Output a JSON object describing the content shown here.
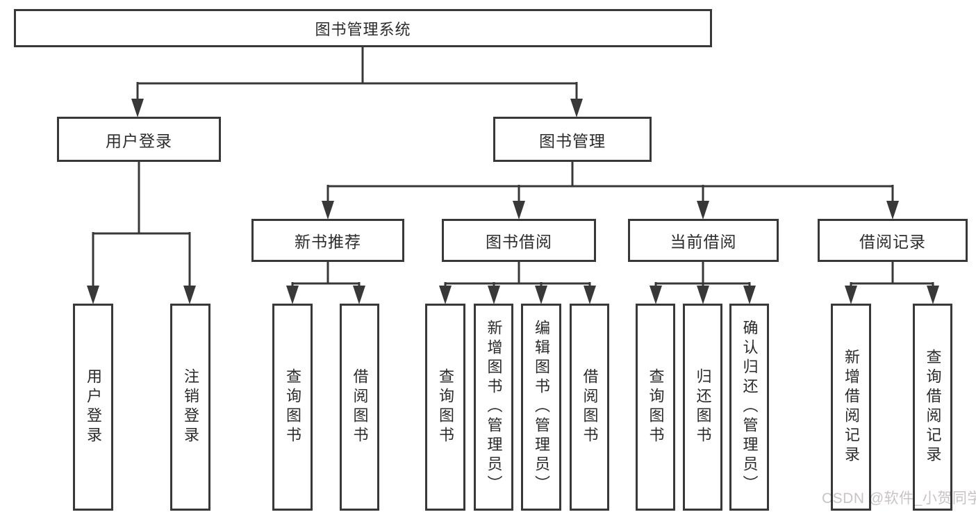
{
  "diagram": {
    "type": "hierarchy-tree",
    "watermark": "CSDN @软件_小贺同学",
    "colors": {
      "line": "#383838",
      "text": "#2b2b2b",
      "background": "#ffffff",
      "watermark": "#c9c3c3"
    },
    "tree": {
      "label": "图书管理系统",
      "children": [
        {
          "label": "用户登录",
          "children": [
            {
              "label": "用户登录"
            },
            {
              "label": "注销登录"
            }
          ]
        },
        {
          "label": "图书管理",
          "children": [
            {
              "label": "新书推荐",
              "children": [
                {
                  "label": "查询图书"
                },
                {
                  "label": "借阅图书"
                }
              ]
            },
            {
              "label": "图书借阅",
              "children": [
                {
                  "label": "查询图书"
                },
                {
                  "label": "新增图书（管理员）"
                },
                {
                  "label": "编辑图书（管理员）"
                },
                {
                  "label": "借阅图书"
                }
              ]
            },
            {
              "label": "当前借阅",
              "children": [
                {
                  "label": "查询图书"
                },
                {
                  "label": "归还图书"
                },
                {
                  "label": "确认归还（管理员）"
                }
              ]
            },
            {
              "label": "借阅记录",
              "children": [
                {
                  "label": "新增借阅记录"
                },
                {
                  "label": "查询借阅记录"
                }
              ]
            }
          ]
        }
      ]
    }
  }
}
